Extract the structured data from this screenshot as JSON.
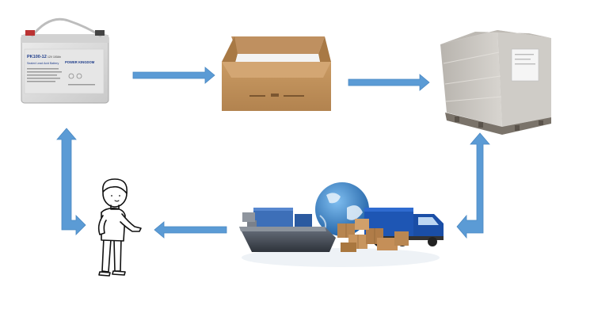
{
  "diagram": {
    "title": "",
    "flow": [
      "battery",
      "carton-box",
      "palletized-cargo",
      "shipping-logistics",
      "customer"
    ],
    "arrow_color": "#5b9bd5",
    "battery": {
      "model_text": "PK100-12",
      "spec_text": "12V 100Ah",
      "type_text": "Sealed Lead Acid Battery",
      "brand_text": "POWER KINGDOM",
      "body_color": "#dcdcdc"
    },
    "carton": {
      "color": "#c8975f",
      "insert_color": "#f4f4f4"
    },
    "pallet": {
      "wrap_color": "#c9c6c0",
      "base_color": "#7a736a"
    },
    "shipping": {
      "items": [
        "cargo-ship",
        "globe",
        "parcel-boxes",
        "truck"
      ],
      "ship_color": "#59606a",
      "globe_color": "#2f78c0",
      "truck_color": "#1e56b4",
      "box_color": "#b78550"
    },
    "customer": {
      "figure": "person"
    }
  }
}
